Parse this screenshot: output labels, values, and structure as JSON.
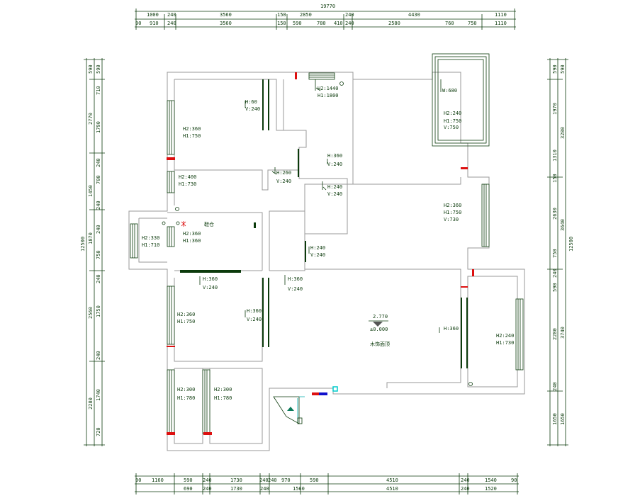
{
  "dims": {
    "top_total": "19770",
    "top_row1": [
      "1000",
      "240",
      "3560",
      "150",
      "2850",
      "240",
      "4430",
      "1110"
    ],
    "top_row2": [
      "90",
      "910",
      "240",
      "3560",
      "150",
      "590",
      "780",
      "410",
      "240",
      "2580",
      "760",
      "750",
      "1110"
    ],
    "bottom_row1": [
      "90",
      "1160",
      "590",
      "240",
      "1730",
      "240",
      "240",
      "970",
      "590",
      "4510",
      "240",
      "1540",
      "90"
    ],
    "bottom_row2": [
      "690",
      "240",
      "1730",
      "240",
      "1560",
      "4510",
      "240",
      "1520"
    ],
    "left_total": "12500",
    "left_outer": [
      "590",
      "2770",
      "1450",
      "1870",
      "2560",
      "2280"
    ],
    "left_inner": [
      "590",
      "710",
      "1790",
      "240",
      "700",
      "240",
      "240",
      "750",
      "240",
      "1750",
      "240",
      "1740",
      "720"
    ],
    "right_total": "12500",
    "right_outer": [
      "590",
      "3280",
      "3640",
      "3740",
      "1650"
    ],
    "right_inner": [
      "590",
      "1970",
      "1310",
      "150",
      "2630",
      "750",
      "240",
      "590",
      "2280",
      "240",
      "1650"
    ]
  },
  "rooms": {
    "r1": {
      "a": "H:60",
      "b": "V:240"
    },
    "r2": {
      "a": "H2:1440",
      "b": "H1:1800"
    },
    "r3": {
      "a": "H2:360",
      "b": "H1:750"
    },
    "r4": {
      "a": "H2:400",
      "b": "H1:730"
    },
    "r5": {
      "a": "H:260",
      "b": "V:240"
    },
    "r6": {
      "a": "H:360",
      "b": "V:240"
    },
    "r7": {
      "a": "H:240",
      "b": "V:240"
    },
    "r8": {
      "a": "H2:330",
      "b": "H1:710"
    },
    "r9": {
      "a": "H2:360",
      "b": "H1:360"
    },
    "r10": {
      "a": "H:240",
      "b": "V:240"
    },
    "r11": {
      "a": "H:360",
      "b": "V:240"
    },
    "r12": {
      "a": "H:360",
      "b": "V:240"
    },
    "r13": {
      "a": "H2:360",
      "b": "H1:750"
    },
    "r14": {
      "a": "H:360",
      "b": "V:240"
    },
    "r15": {
      "a": "H2:300",
      "b": "H1:780"
    },
    "r16": {
      "a": "H2:300",
      "b": "H1:780"
    },
    "r17": {
      "a": "W:680"
    },
    "r18": {
      "a": "H2:240",
      "b": "H1:750",
      "c": "V:750"
    },
    "r19": {
      "a": "H2:360",
      "b": "H1:750",
      "c": "V:730"
    },
    "r20": {
      "a": "H:360"
    },
    "r21": {
      "a": "H2:240",
      "b": "H1:730"
    }
  },
  "annotations": {
    "hall_note": "鞋仓",
    "elevation": "2.770",
    "floor_level": "±0.000",
    "ceiling_note": "木饰面顶"
  },
  "colors": {
    "wall": "#9a9a9a",
    "dimension": "#0b3a0b",
    "accent_red": "#dd1010",
    "accent_cyan": "#00cccc",
    "accent_blue": "#1010cc"
  }
}
